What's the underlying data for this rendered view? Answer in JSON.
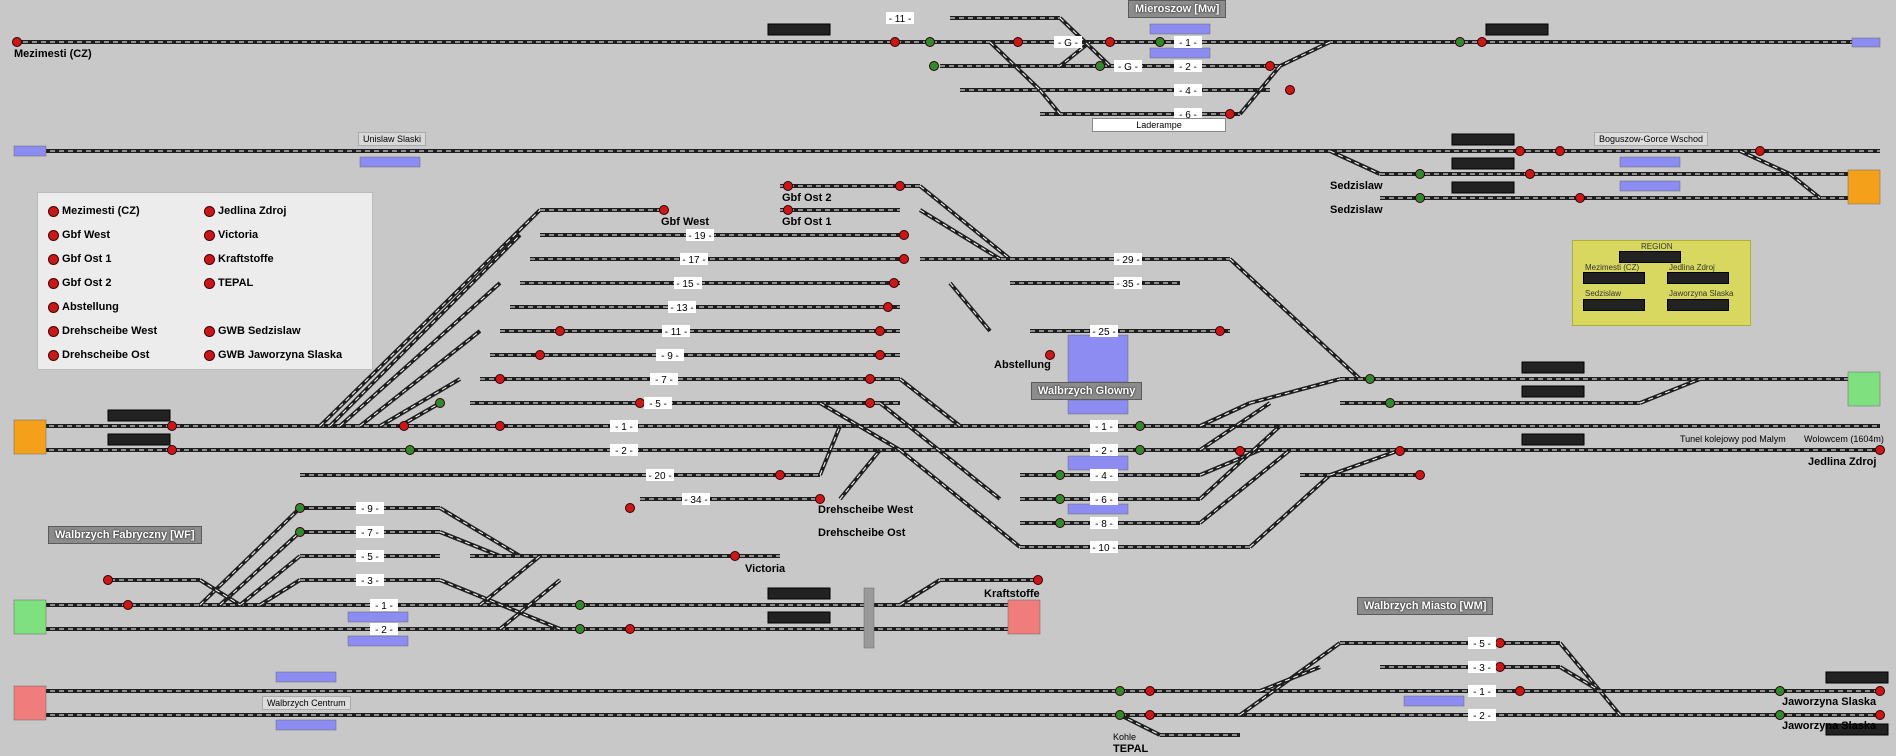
{
  "title": "Walbrzych signal box panel",
  "stations": {
    "mezimesti": "Mezimesti (CZ)",
    "mieroszow": "Mieroszow [Mw]",
    "unislaw": "Unislaw Slaski",
    "boguszow": "Boguszow-Gorce Wschod",
    "sedzislaw_1": "Sedzislaw",
    "sedzislaw_2": "Sedzislaw",
    "gbf_west": "Gbf West",
    "gbf_ost_2": "Gbf Ost 2",
    "gbf_ost_1": "Gbf Ost 1",
    "abstellung": "Abstellung",
    "glowny": "Walbrzych Glowny",
    "drehscheibe_west": "Drehscheibe West",
    "drehscheibe_ost": "Drehscheibe Ost",
    "fabryczny": "Walbrzych Fabryczny [WF]",
    "victoria": "Victoria",
    "kraftstoffe": "Kraftstoffe",
    "centrum": "Walbrzych Centrum",
    "kohle": "Kohle",
    "tepal": "TEPAL",
    "miasto": "Walbrzych Miasto [WM]",
    "jaworzyna_1": "Jaworzyna Slaska",
    "jaworzyna_2": "Jaworzyna Slaska",
    "tunel": "Tunel kolejowy pod Malym",
    "wolowcem": "Wolowcem (1604m)",
    "jedlina": "Jedlina Zdroj",
    "laderampe": "Laderampe"
  },
  "legend": {
    "left": [
      "Mezimesti (CZ)",
      "Gbf West",
      "Gbf Ost 1",
      "Gbf Ost 2",
      "Abstellung",
      "Drehscheibe West",
      "Drehscheibe Ost"
    ],
    "right": [
      "Jedlina Zdroj",
      "Victoria",
      "Kraftstoffe",
      "TEPAL",
      "",
      "GWB Sedzislaw",
      "GWB Jaworzyna Slaska"
    ]
  },
  "region": {
    "title": "REGION",
    "labels": [
      "Mezimesti (CZ)",
      "Jedlina Zdroj",
      "Sedzislaw",
      "Jaworzyna Slaska"
    ]
  },
  "track_numbers": {
    "mieroszow": [
      "- 11 -",
      "- G -",
      "- 1 -",
      "- G -",
      "- 2 -",
      "- 4 -",
      "- 6 -"
    ],
    "gbf": [
      "- 19 -",
      "- 17 -",
      "- 15 -",
      "- 13 -",
      "- 11 -",
      "- 9 -",
      "- 7 -",
      "- 5 -"
    ],
    "abst": [
      "- 29 -",
      "- 35 -",
      "- 25 -"
    ],
    "main": [
      "- 1 -",
      "- 2 -",
      "- 20 -",
      "- 34 -"
    ],
    "glowny": [
      "- 1 -",
      "- 2 -",
      "- 4 -",
      "- 6 -",
      "- 8 -",
      "- 10 -"
    ],
    "fabryczny": [
      "- 9 -",
      "- 7 -",
      "- 5 -",
      "- 3 -",
      "- 1 -",
      "- 2 -"
    ],
    "miasto": [
      "- 5 -",
      "- 3 -",
      "- 1 -",
      "- 2 -"
    ]
  },
  "colors": {
    "background": "#c8c8c8",
    "rail": "#1e1e1e",
    "signal_red": "#c91818",
    "signal_green": "#2f8a2f",
    "platform": "#8c8cf2",
    "exit_orange": "#f5a01a",
    "exit_green": "#7fe07f",
    "exit_red": "#f07c7c",
    "region_yellow": "#d8d860"
  }
}
